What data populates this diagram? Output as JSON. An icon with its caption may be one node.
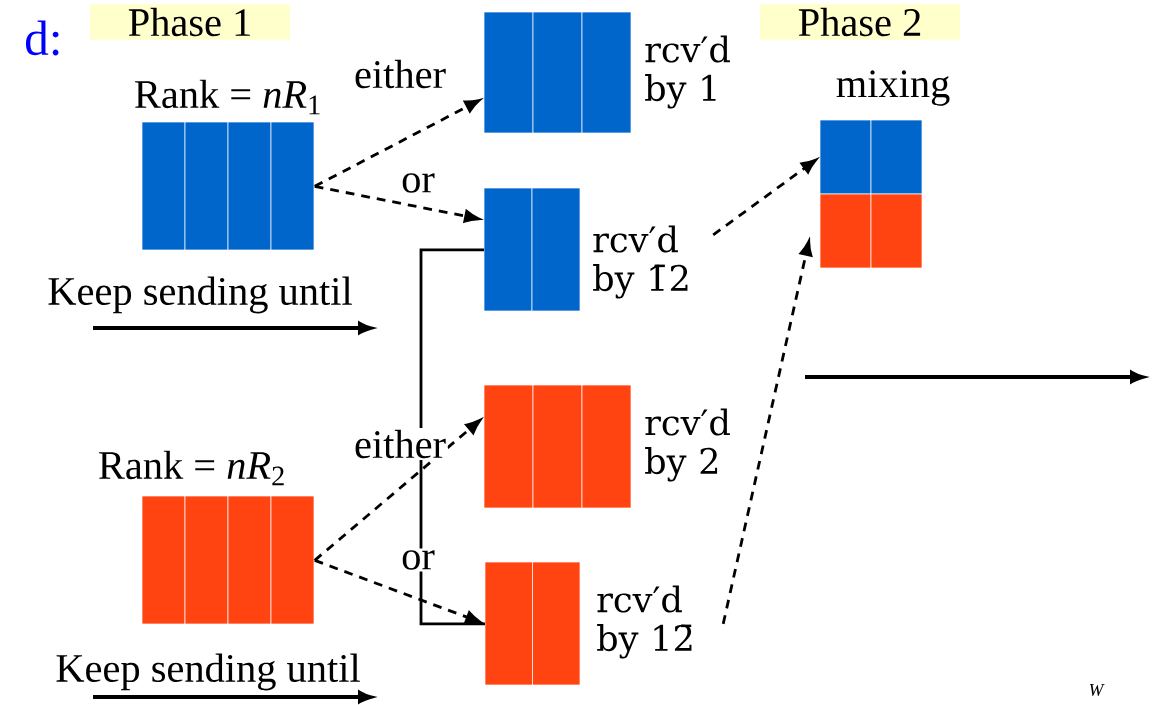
{
  "diagram": {
    "nodes": [
      {
        "text": [
          "Rank = *nR*$_{1}$"
        ]
      },
      {
        "text": [],
        "shape": "box",
        "beside": [
          "rcv′d by 1"
        ]
      },
      {
        "text": [],
        "shape": "box",
        "beside": [
          "rcv′d by 1̄2"
        ]
      },
      {
        "text": [
          "Rank = *nR*$_{2}$"
        ]
      },
      {
        "text": [],
        "shape": "box",
        "beside": [
          "rcv′d by 2"
        ]
      },
      {
        "text": [],
        "shape": "box",
        "beside": [
          "rcv′d by 12̄"
        ]
      },
      {
        "text": [
          "mixing"
        ]
      }
    ],
    "edges": [
      {
        "from": 0,
        "to": 1,
        "arrow": "to",
        "style": "dashed",
        "label": "either"
      },
      {
        "from": 0,
        "to": 2,
        "arrow": "to",
        "style": "dashed",
        "label": "or"
      },
      {
        "from": 3,
        "to": 4,
        "arrow": "to",
        "style": "dashed",
        "label": "either"
      },
      {
        "from": 3,
        "to": 5,
        "arrow": "to",
        "style": "dashed",
        "label": "or"
      },
      {
        "from": 2,
        "to": 6,
        "arrow": "to",
        "style": "dashed"
      },
      {
        "from": 5,
        "to": 6,
        "arrow": "to",
        "style": "dashed"
      },
      {
        "from": 2,
        "to": 5,
        "arrow": "none"
      }
    ],
    "labels": [
      "d:",
      "Phase 1",
      "Phase 2",
      "Keep sending until",
      "Keep sending until",
      "W"
    ]
  }
}
